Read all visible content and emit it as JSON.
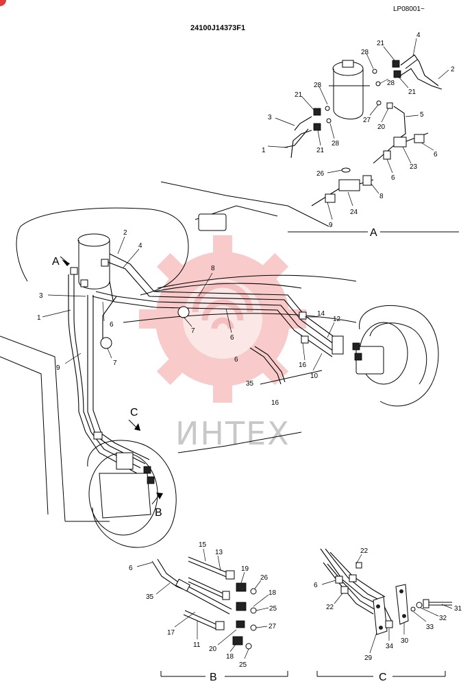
{
  "header": {
    "doc_code": "LP08001~",
    "part_number": "24100J14373F1"
  },
  "watermark": {
    "text": "ИНТЕХ",
    "color": "#f08080"
  },
  "views": {
    "a": "A",
    "b": "B",
    "c": "C"
  },
  "main_labels": [
    {
      "text": "2"
    },
    {
      "text": "4"
    },
    {
      "text": "3"
    },
    {
      "text": "1"
    },
    {
      "text": "6"
    },
    {
      "text": "7"
    },
    {
      "text": "8"
    },
    {
      "text": "7"
    },
    {
      "text": "9"
    },
    {
      "text": "6"
    },
    {
      "text": "14"
    },
    {
      "text": "12"
    },
    {
      "text": "16"
    },
    {
      "text": "10"
    },
    {
      "text": "6"
    },
    {
      "text": "35"
    },
    {
      "text": "16"
    }
  ],
  "view_a_labels": [
    {
      "text": "4"
    },
    {
      "text": "21"
    },
    {
      "text": "28"
    },
    {
      "text": "2"
    },
    {
      "text": "21"
    },
    {
      "text": "28"
    },
    {
      "text": "21"
    },
    {
      "text": "28"
    },
    {
      "text": "3"
    },
    {
      "text": "5"
    },
    {
      "text": "27"
    },
    {
      "text": "20"
    },
    {
      "text": "1"
    },
    {
      "text": "21"
    },
    {
      "text": "28"
    },
    {
      "text": "6"
    },
    {
      "text": "23"
    },
    {
      "text": "26"
    },
    {
      "text": "6"
    },
    {
      "text": "8"
    },
    {
      "text": "24"
    },
    {
      "text": "9"
    }
  ],
  "view_b_labels": [
    {
      "text": "15"
    },
    {
      "text": "13"
    },
    {
      "text": "6"
    },
    {
      "text": "19"
    },
    {
      "text": "26"
    },
    {
      "text": "35"
    },
    {
      "text": "18"
    },
    {
      "text": "25"
    },
    {
      "text": "17"
    },
    {
      "text": "27"
    },
    {
      "text": "11"
    },
    {
      "text": "20"
    },
    {
      "text": "18"
    },
    {
      "text": "25"
    }
  ],
  "view_c_labels": [
    {
      "text": "22"
    },
    {
      "text": "6"
    },
    {
      "text": "22"
    },
    {
      "text": "31"
    },
    {
      "text": "32"
    },
    {
      "text": "33"
    },
    {
      "text": "29"
    },
    {
      "text": "34"
    },
    {
      "text": "30"
    }
  ]
}
